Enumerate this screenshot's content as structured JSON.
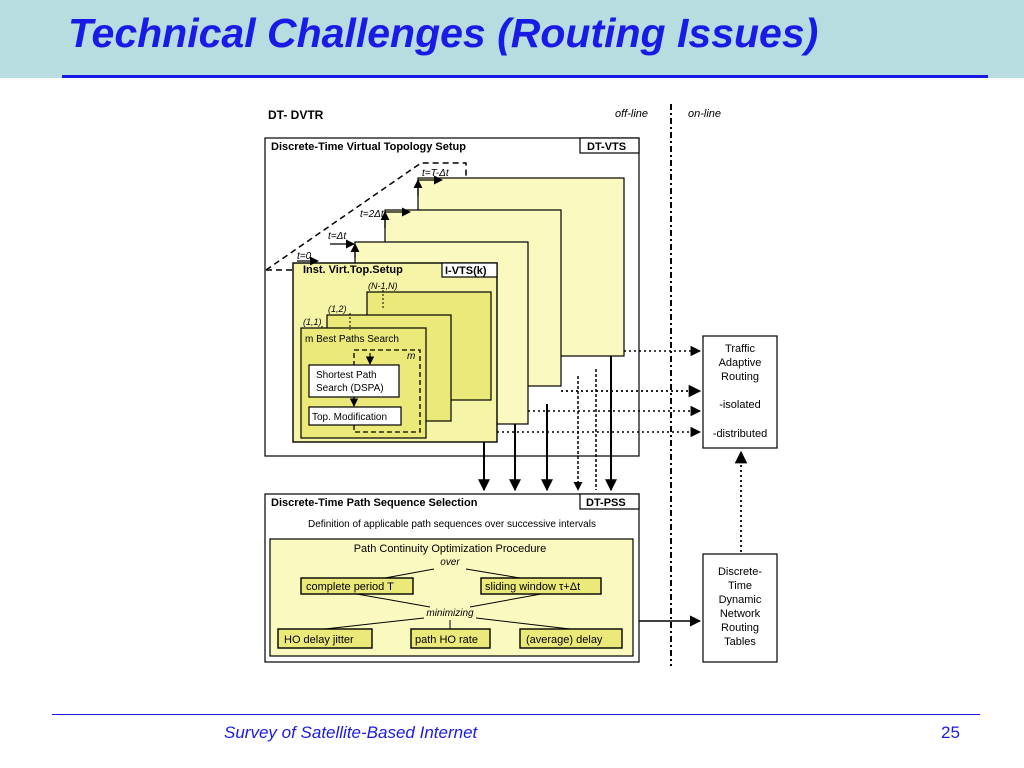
{
  "slide": {
    "title": "Technical Challenges (Routing Issues)",
    "footer": "Survey of Satellite-Based Internet",
    "page_number": "25"
  },
  "diagram": {
    "header": "DT- DVTR",
    "offline_label": "off-line",
    "online_label": "on-line",
    "vts": {
      "title": "Discrete-Time Virtual Topology Setup",
      "tag": "DT-VTS",
      "t_end": "t=T-Δt",
      "t_2": "t=2Δt",
      "t_1": "t=Δt",
      "t_0": "t=0",
      "inst_title": "Inst. Virt.Top.Setup",
      "inst_tag": "I-VTS(k)",
      "pair_n": "(N-1,N)",
      "pair_12": "(1,2)",
      "pair_11": "(1,1)",
      "best_paths": "m Best Paths Search",
      "m_label": "m",
      "shortest_path_1": "Shortest Path",
      "shortest_path_2": "Search (DSPA)",
      "top_mod": "Top. Modification"
    },
    "pss": {
      "title": "Discrete-Time Path Sequence Selection",
      "tag": "DT-PSS",
      "definition": "Definition of applicable path sequences over successive intervals",
      "procedure": "Path Continuity Optimization Procedure",
      "over": "over",
      "complete_period": "complete period T",
      "sliding_window": "sliding window τ+Δt",
      "minimizing": "minimizing",
      "ho_jitter": "HO delay jitter",
      "path_ho_rate": "path HO rate",
      "avg_delay": "(average) delay"
    },
    "routing": {
      "line1": "Traffic",
      "line2": "Adaptive",
      "line3": "Routing",
      "isolated": "-isolated",
      "distributed": "-distributed"
    },
    "tables": {
      "line1": "Discrete-",
      "line2": "Time",
      "line3": "Dynamic",
      "line4": "Network",
      "line5": "Routing",
      "line6": "Tables"
    }
  }
}
